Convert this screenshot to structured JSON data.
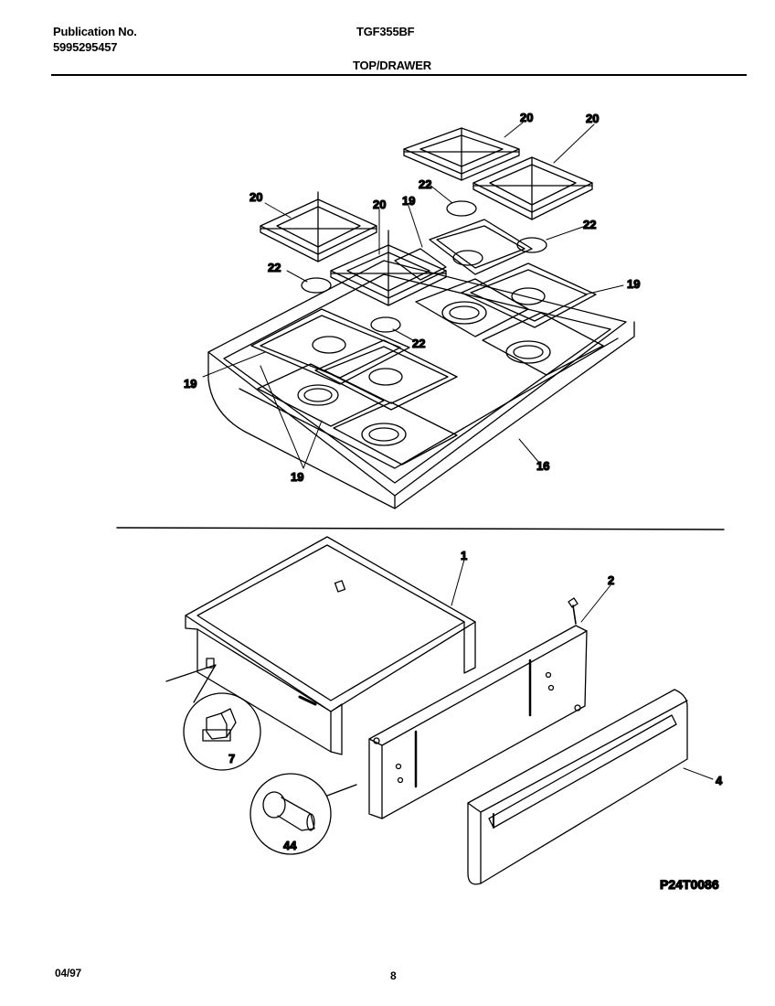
{
  "header": {
    "publication_label": "Publication No.",
    "publication_number": "5995295457",
    "model": "TGF355BF",
    "section_title": "TOP/DRAWER"
  },
  "callouts": {
    "grate_a": "20",
    "grate_b": "20",
    "grate_c": "20",
    "grate_d": "20",
    "cap_a": "22",
    "cap_b": "22",
    "cap_c": "22",
    "cap_d": "22",
    "gasket_a": "19",
    "gasket_b": "19",
    "gasket_c": "19",
    "gasket_d": "19",
    "cooktop": "16",
    "drawer_body": "1",
    "screw": "2",
    "drawer_front": "4",
    "roller": "7",
    "bumper": "44"
  },
  "diagram_code": "P24T0086",
  "footer": {
    "date": "04/97",
    "page": "8"
  }
}
